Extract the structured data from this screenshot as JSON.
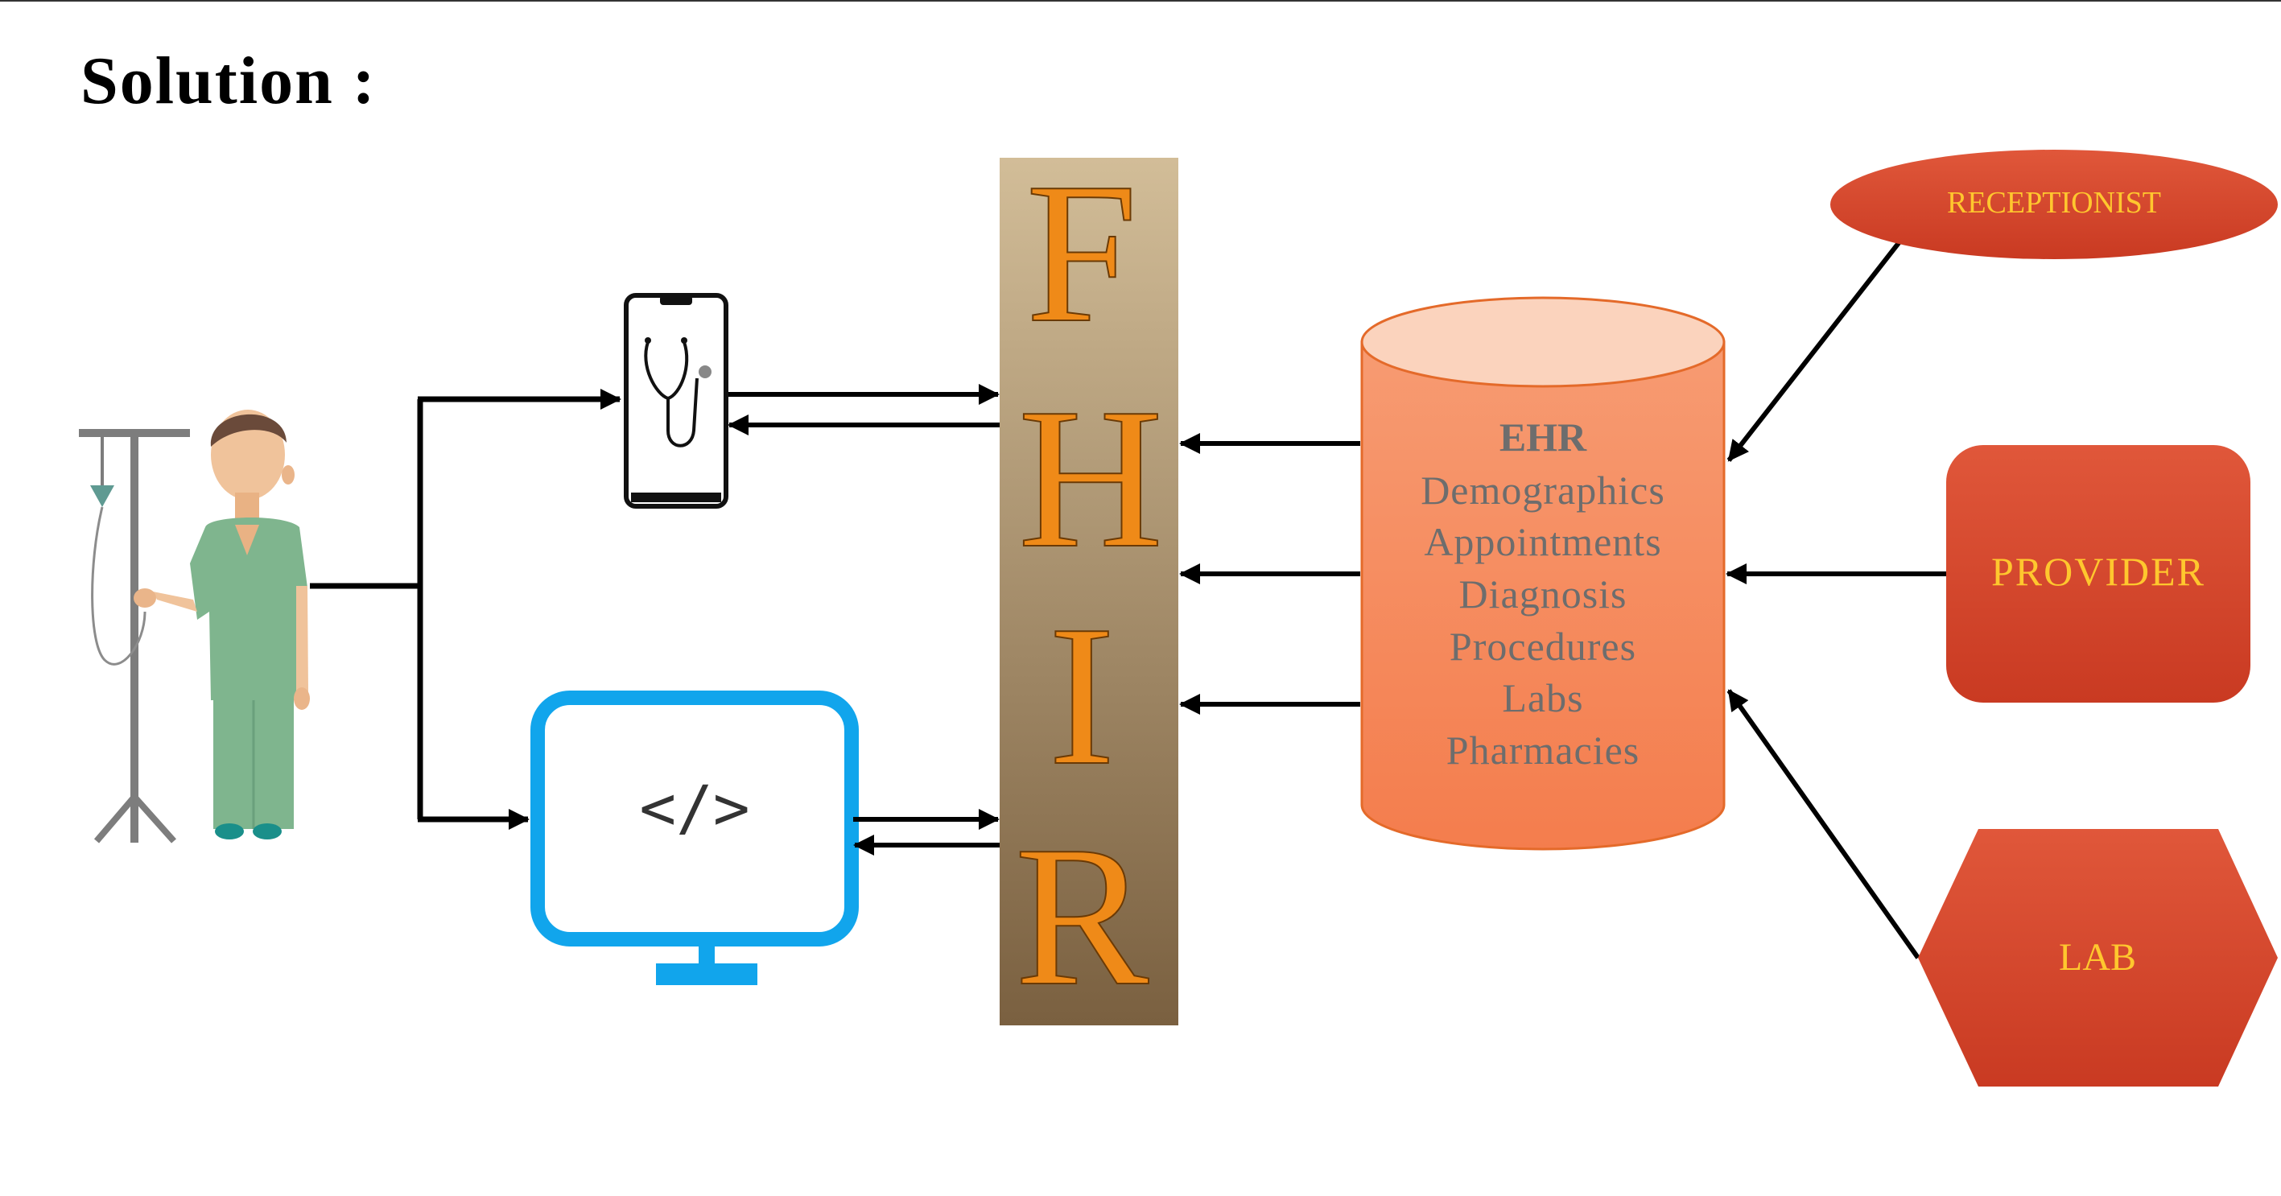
{
  "title": "Solution :",
  "fhir": {
    "letters": [
      "F",
      "H",
      "I",
      "R"
    ]
  },
  "ehr": {
    "title": "EHR",
    "items": [
      "Demographics",
      "Appointments",
      "Diagnosis",
      "Procedures",
      "Labs",
      "Pharmacies"
    ]
  },
  "roles": {
    "receptionist": "RECEPTIONIST",
    "provider": "PROVIDER",
    "lab": "LAB"
  },
  "app": {
    "code_symbol": "</>"
  },
  "icons": {
    "patient": "patient-with-iv-stand-icon",
    "mobile": "smartphone-stethoscope-icon",
    "desktop": "monitor-code-icon"
  },
  "colors": {
    "fhir_bar_top": "#d2bd98",
    "fhir_bar_bottom": "#7a6040",
    "fhir_letters": "#ef8a18",
    "ehr_fill": "#f5865a",
    "role_fill": "#d9442a",
    "role_text": "#ffc72e",
    "monitor": "#11a5ec"
  }
}
